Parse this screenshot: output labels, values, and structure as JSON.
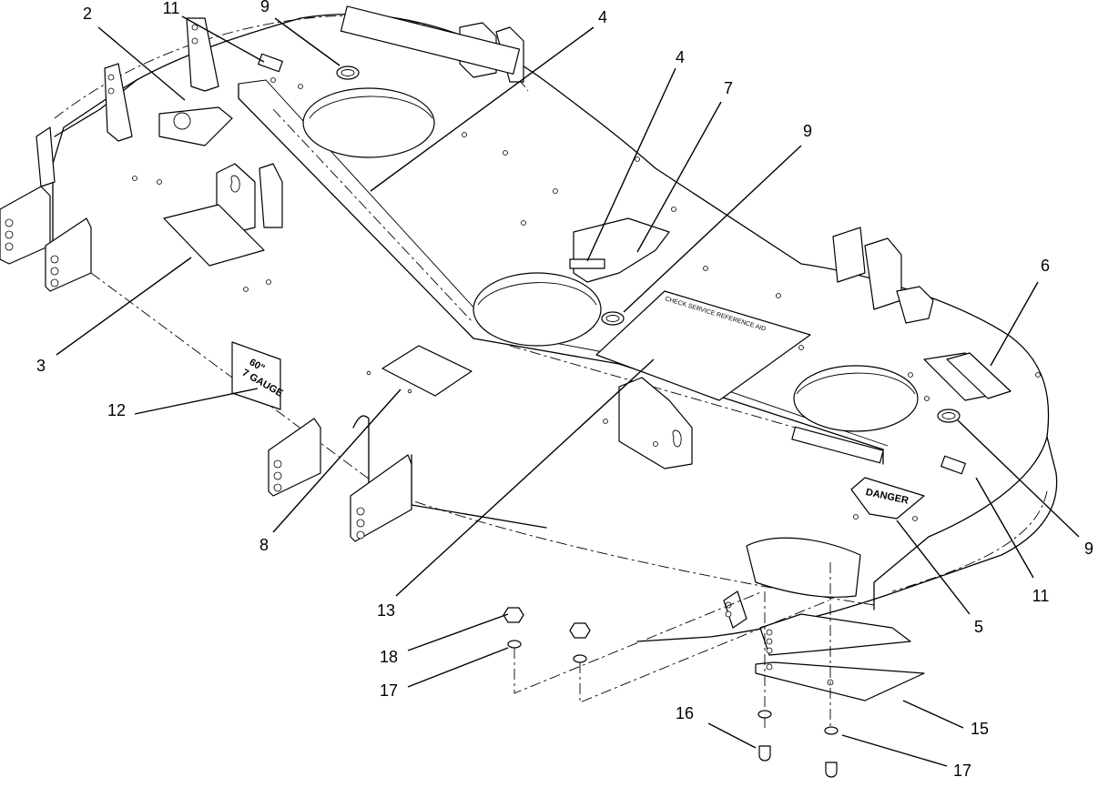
{
  "callouts": {
    "c2": "2",
    "c11a": "11",
    "c9a": "9",
    "c4a": "4",
    "c4b": "4",
    "c7": "7",
    "c9b": "9",
    "c6": "6",
    "c3": "3",
    "c12": "12",
    "c8": "8",
    "c13": "13",
    "c9c": "9",
    "c11b": "11",
    "c5": "5",
    "c18": "18",
    "c17a": "17",
    "c16": "16",
    "c15": "15",
    "c17b": "17"
  },
  "decals": {
    "reference_aid": "CHECK SERVICE REFERENCE AID",
    "danger": "DANGER",
    "deck_size": "60\"",
    "gauge": "7 GAUGE"
  }
}
